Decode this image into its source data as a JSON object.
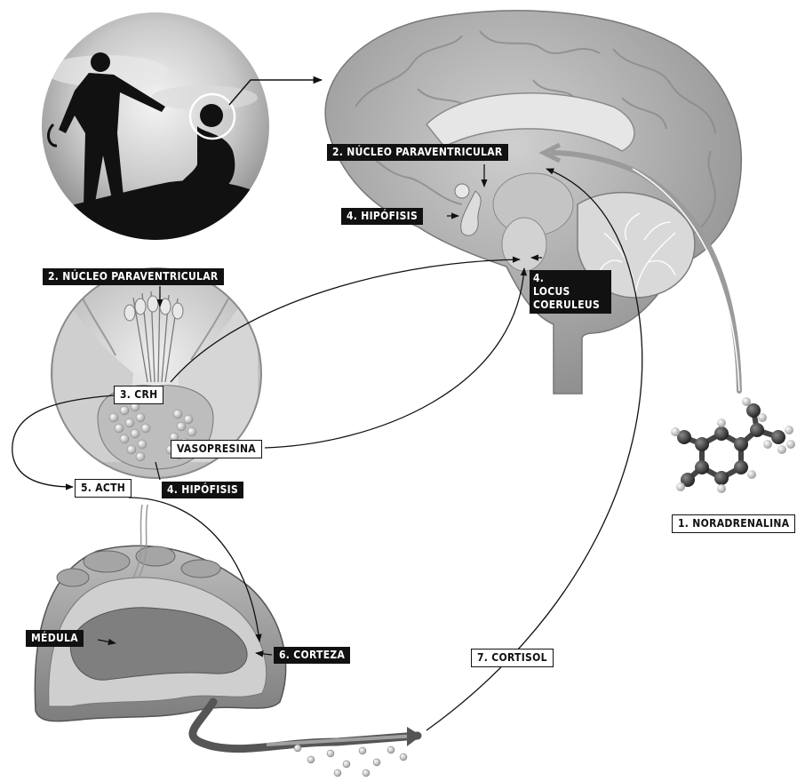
{
  "labels": {
    "nucleo_brain": "2. NÚCLEO PARAVENTRICULAR",
    "hipofisis_brain": "4. HIPÓFISIS",
    "locus_num": "4.",
    "locus_1": "LOCUS",
    "locus_2": "COERULEUS",
    "nucleo_left": "2. NÚCLEO PARAVENTRICULAR",
    "crh": "3. CRH",
    "vasopresina": "VASOPRESINA",
    "acth": "5. ACTH",
    "hipofisis_left": "4. HIPÓFISIS",
    "noradrenalina": "1. NORADRENALINA",
    "medula": "MÉDULA",
    "corteza": "6. CORTEZA",
    "cortisol": "7. CORTISOL"
  },
  "colors": {
    "dark_label": "#111111",
    "light_label": "#ffffff",
    "brain": "#a9a9a9",
    "gland": "#8f8f8f"
  }
}
